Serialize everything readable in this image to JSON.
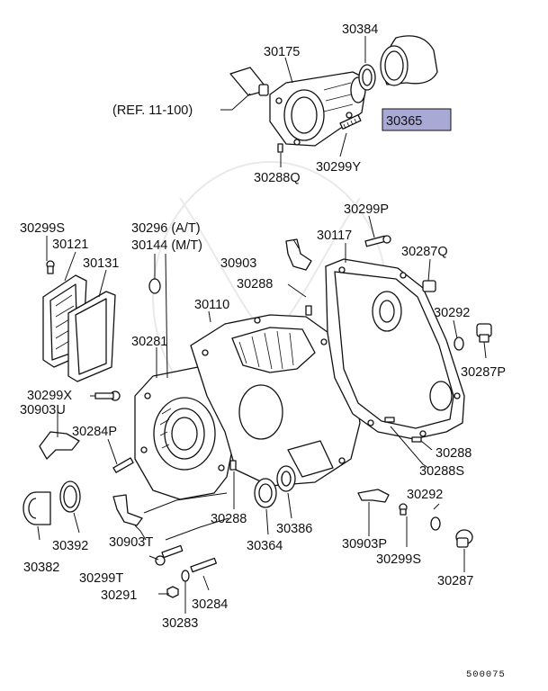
{
  "diagram": {
    "highlight_color": "#a9a9d6",
    "highlighted_part": "30365",
    "labels": {
      "p30175": "30175",
      "p30384": "30384",
      "p30365": "30365",
      "ref": "(REF. 11-100)",
      "p30288Q": "30288Q",
      "p30299Y": "30299Y",
      "p30299S_a": "30299S",
      "p30121": "30121",
      "p30131": "30131",
      "p30296": "30296 (A/T)",
      "p30144": "30144 (M/T)",
      "p30903_a": "30903",
      "p30288_a": "30288",
      "p30299P": "30299P",
      "p30117": "30117",
      "p30287Q": "30287Q",
      "p30110": "30110",
      "p30292_a": "30292",
      "p30287P": "30287P",
      "p30281": "30281",
      "p30299X": "30299X",
      "p30903U": "30903U",
      "p30284P": "30284P",
      "p30288_b": "30288",
      "p30288S": "30288S",
      "p30292_b": "30292",
      "p30288_c": "30288",
      "p30386": "30386",
      "p30364": "30364",
      "p30903P": "30903P",
      "p30299S_b": "30299S",
      "p30392": "30392",
      "p30382": "30382",
      "p30903T": "30903T",
      "p30299T": "30299T",
      "p30291": "30291",
      "p30283": "30283",
      "p30284": "30284",
      "p30287": "30287",
      "code": "500075"
    }
  }
}
